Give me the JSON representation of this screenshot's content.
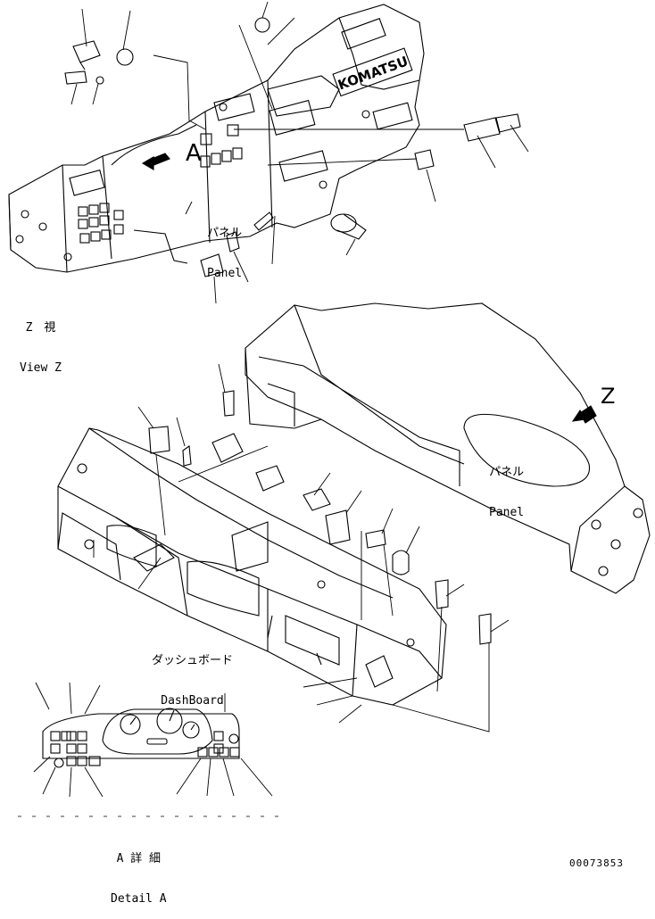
{
  "brand": "KOMATSU",
  "view_z": {
    "jp": "Z　視",
    "en": "View Z"
  },
  "panel_upper": {
    "jp": "パネル",
    "en": "Panel"
  },
  "panel_lower": {
    "jp": "パネル",
    "en": "Panel"
  },
  "dashboard": {
    "jp": "ダッシュボード",
    "en": "DashBoard"
  },
  "detail_a": {
    "jp": "A 詳 細",
    "en": "Detail A"
  },
  "marker_a": "A",
  "marker_z": "Z",
  "drawing_number": "00073853"
}
